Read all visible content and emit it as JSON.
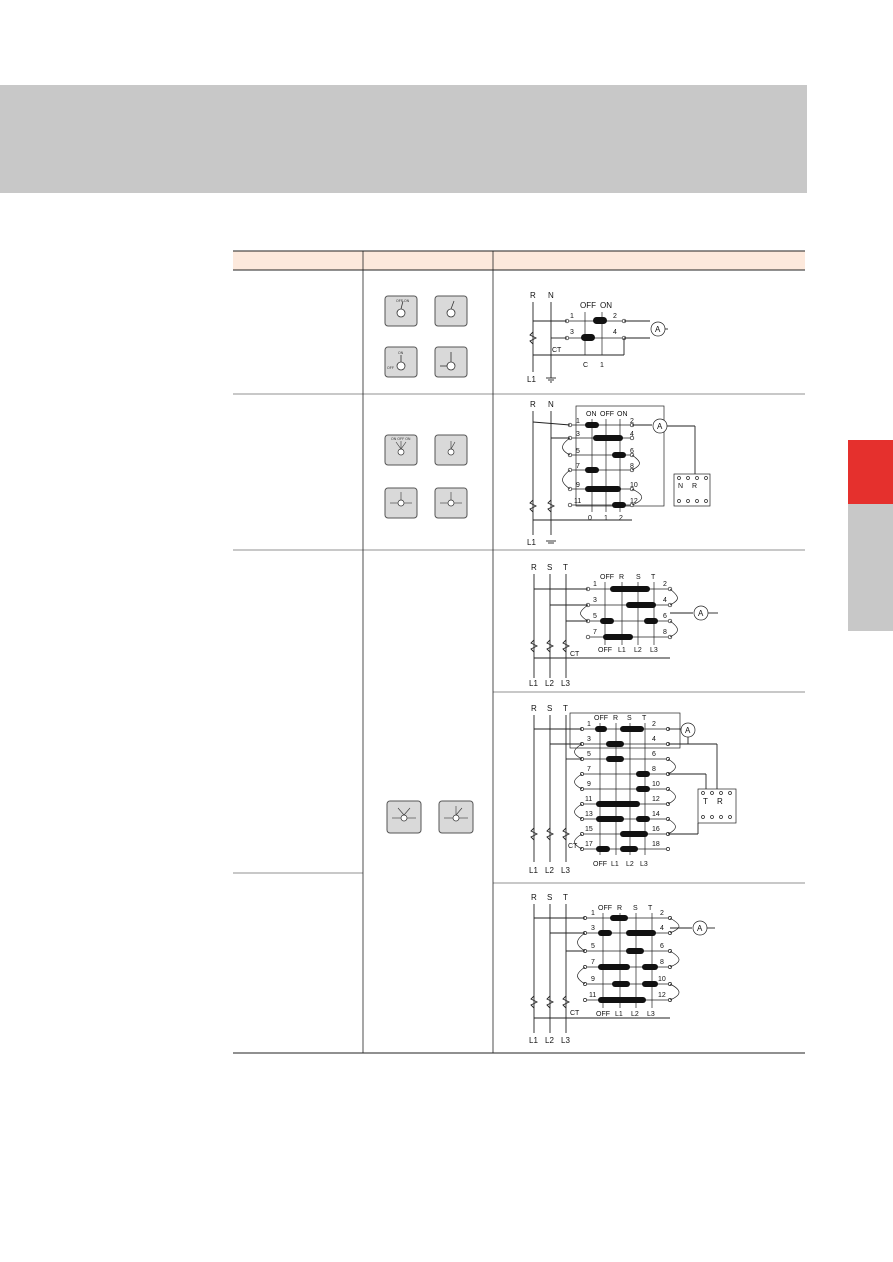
{
  "table": {
    "header_cells": [
      "",
      "",
      ""
    ]
  },
  "diagram1": {
    "top": [
      "R",
      "N"
    ],
    "states": [
      "OFF",
      "ON"
    ],
    "terminals": [
      "1",
      "2",
      "3",
      "4"
    ],
    "bottom_pos": [
      "C",
      "1"
    ],
    "ct": "CT",
    "line": "L1",
    "meter": "A"
  },
  "diagram2": {
    "top": [
      "R",
      "N"
    ],
    "states": [
      "ON",
      "OFF",
      "ON"
    ],
    "terminals": [
      "1",
      "2",
      "3",
      "4",
      "5",
      "6",
      "7",
      "8",
      "9",
      "10",
      "11",
      "12"
    ],
    "bottom_pos": [
      "0",
      "1",
      "2"
    ],
    "line": "L1",
    "meter": "A",
    "box_labels": [
      "N",
      "R"
    ]
  },
  "diagram3": {
    "top": [
      "R",
      "S",
      "T"
    ],
    "states": [
      "OFF",
      "R",
      "S",
      "T"
    ],
    "terminals": [
      "1",
      "2",
      "3",
      "4",
      "5",
      "6",
      "7",
      "8"
    ],
    "bottom_pos": [
      "OFF",
      "L1",
      "L2",
      "L3"
    ],
    "ct": "CT",
    "lines": [
      "L1",
      "L2",
      "L3"
    ],
    "meter": "A"
  },
  "diagram4": {
    "top": [
      "R",
      "S",
      "T"
    ],
    "states": [
      "OFF",
      "R",
      "S",
      "T"
    ],
    "terminals": [
      "1",
      "2",
      "3",
      "4",
      "5",
      "6",
      "7",
      "8",
      "9",
      "10",
      "11",
      "12",
      "13",
      "14",
      "15",
      "16",
      "17",
      "18"
    ],
    "bottom_pos": [
      "OFF",
      "L1",
      "L2",
      "L3"
    ],
    "ct": "CT",
    "lines": [
      "L1",
      "L2",
      "L3"
    ],
    "meter": "A",
    "box_labels": [
      "T",
      "R"
    ]
  },
  "diagram5": {
    "top": [
      "R",
      "S",
      "T"
    ],
    "states": [
      "OFF",
      "R",
      "S",
      "T"
    ],
    "terminals": [
      "1",
      "2",
      "3",
      "4",
      "5",
      "6",
      "7",
      "8",
      "9",
      "10",
      "11",
      "12"
    ],
    "bottom_pos": [
      "OFF",
      "L1",
      "L2",
      "L3"
    ],
    "ct": "CT",
    "lines": [
      "L1",
      "L2",
      "L3"
    ],
    "meter": "A"
  },
  "knobs": {
    "k1a": "OFF ON",
    "k2a": "ON",
    "k2b": "OFF",
    "k3": "ON OFF ON"
  },
  "colors": {
    "banner": "#c8c8c8",
    "header_row": "#fde9dc",
    "side_tab_red": "#e5302d",
    "side_tab_grey": "#c8c8c8"
  }
}
